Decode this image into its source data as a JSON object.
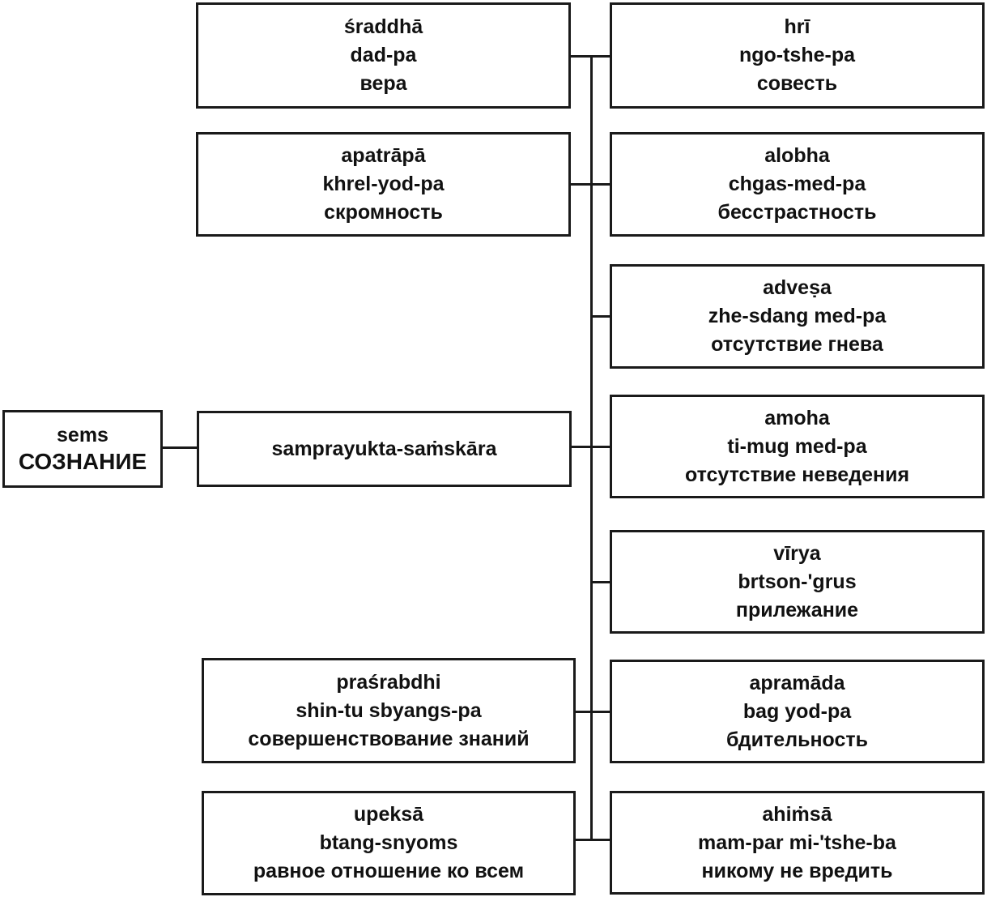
{
  "root": {
    "line1": "sems",
    "line2": "СОЗНАНИЕ"
  },
  "hub": {
    "label": "samprayukta-saṁskāra"
  },
  "left_items": [
    {
      "skt": "śraddhā",
      "tib": "dad-pa",
      "rus": "вера"
    },
    {
      "skt": "apatrāpā",
      "tib": "khrel-yod-pa",
      "rus": "скромность"
    },
    {
      "skt": "praśrabdhi",
      "tib": "shin-tu  sbyangs-pa",
      "rus": "совершенствование знаний"
    },
    {
      "skt": "upeksā",
      "tib": "btang-snyoms",
      "rus": "равное отношение ко всем"
    }
  ],
  "right_items": [
    {
      "skt": "hrī",
      "tib": "ngo-tshe-pa",
      "rus": "совесть"
    },
    {
      "skt": "alobha",
      "tib": "chgas-med-pa",
      "rus": "бесстрастность"
    },
    {
      "skt": "adveṣa",
      "tib": "zhe-sdang  med-pa",
      "rus": "отсутствие гнева"
    },
    {
      "skt": "amoha",
      "tib": "ti-mug  med-pa",
      "rus": "отсутствие неведения"
    },
    {
      "skt": "vīrya",
      "tib": "brtson-'grus",
      "rus": "прилежание"
    },
    {
      "skt": "apramāda",
      "tib": "bag  yod-pa",
      "rus": "бдительность"
    },
    {
      "skt": "ahiṁsā",
      "tib": "mam-par  mi-'tshe-ba",
      "rus": "никому не вредить"
    }
  ]
}
